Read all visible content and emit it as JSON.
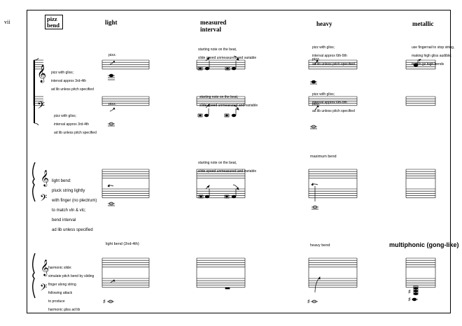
{
  "page_number": "vii",
  "pizz_bend_label": [
    "pizz",
    "bend"
  ],
  "column_headers": {
    "light": "light",
    "measured": [
      "measured",
      "interval"
    ],
    "heavy": "heavy",
    "metallic": "metallic"
  },
  "row_descriptions": {
    "row1_top": [
      "pizz with gliss;",
      "interval approx 3rd-4th",
      "ad lib unless pitch specified"
    ],
    "row1_bottom": [
      "pizz with gliss;",
      "interval approx 3rd-4th",
      "ad lib unless pitch specified"
    ],
    "row2": [
      "light bend:",
      "pluck string lightly",
      "with finger (no plectrum)",
      "to match vln & vlc;",
      "bend interval",
      "ad lib unless specified"
    ],
    "row3": [
      "harmonic slide:",
      "simulate pitch bend by sliding",
      "finger along string",
      "following attack",
      "to produce",
      "harmonic gliss ad lib"
    ]
  },
  "cell_notes": {
    "measured_top": [
      "starting note on the beat,",
      "slide speed unmeasured and variable"
    ],
    "measured_bottom": [
      "starting note on the beat,",
      "slide speed unmeasured and variable"
    ],
    "measured_row2": [
      "starting note on the beat,",
      "slide speed unmeasured and variable"
    ],
    "heavy_top": [
      "pizz with gliss;",
      "interval approx 6th-9th",
      "ad lib unless pitch specified"
    ],
    "heavy_bottom": [
      "pizz with gliss;",
      "interval approx 6th-9th",
      "ad lib unless pitch specified"
    ],
    "metallic_top": [
      "use fingernail to stop string,",
      "making high gliss audible;",
      "match gz high bends"
    ],
    "heavy_row2": "maximum bend",
    "light_row3": "light bend (2nd-4th)",
    "heavy_row3": "heavy bend"
  },
  "pizz_marks": [
    "pizz.",
    "pizz.",
    "pizz.",
    "pizz."
  ],
  "multiphonic_label": "multiphonic (gong-like)"
}
